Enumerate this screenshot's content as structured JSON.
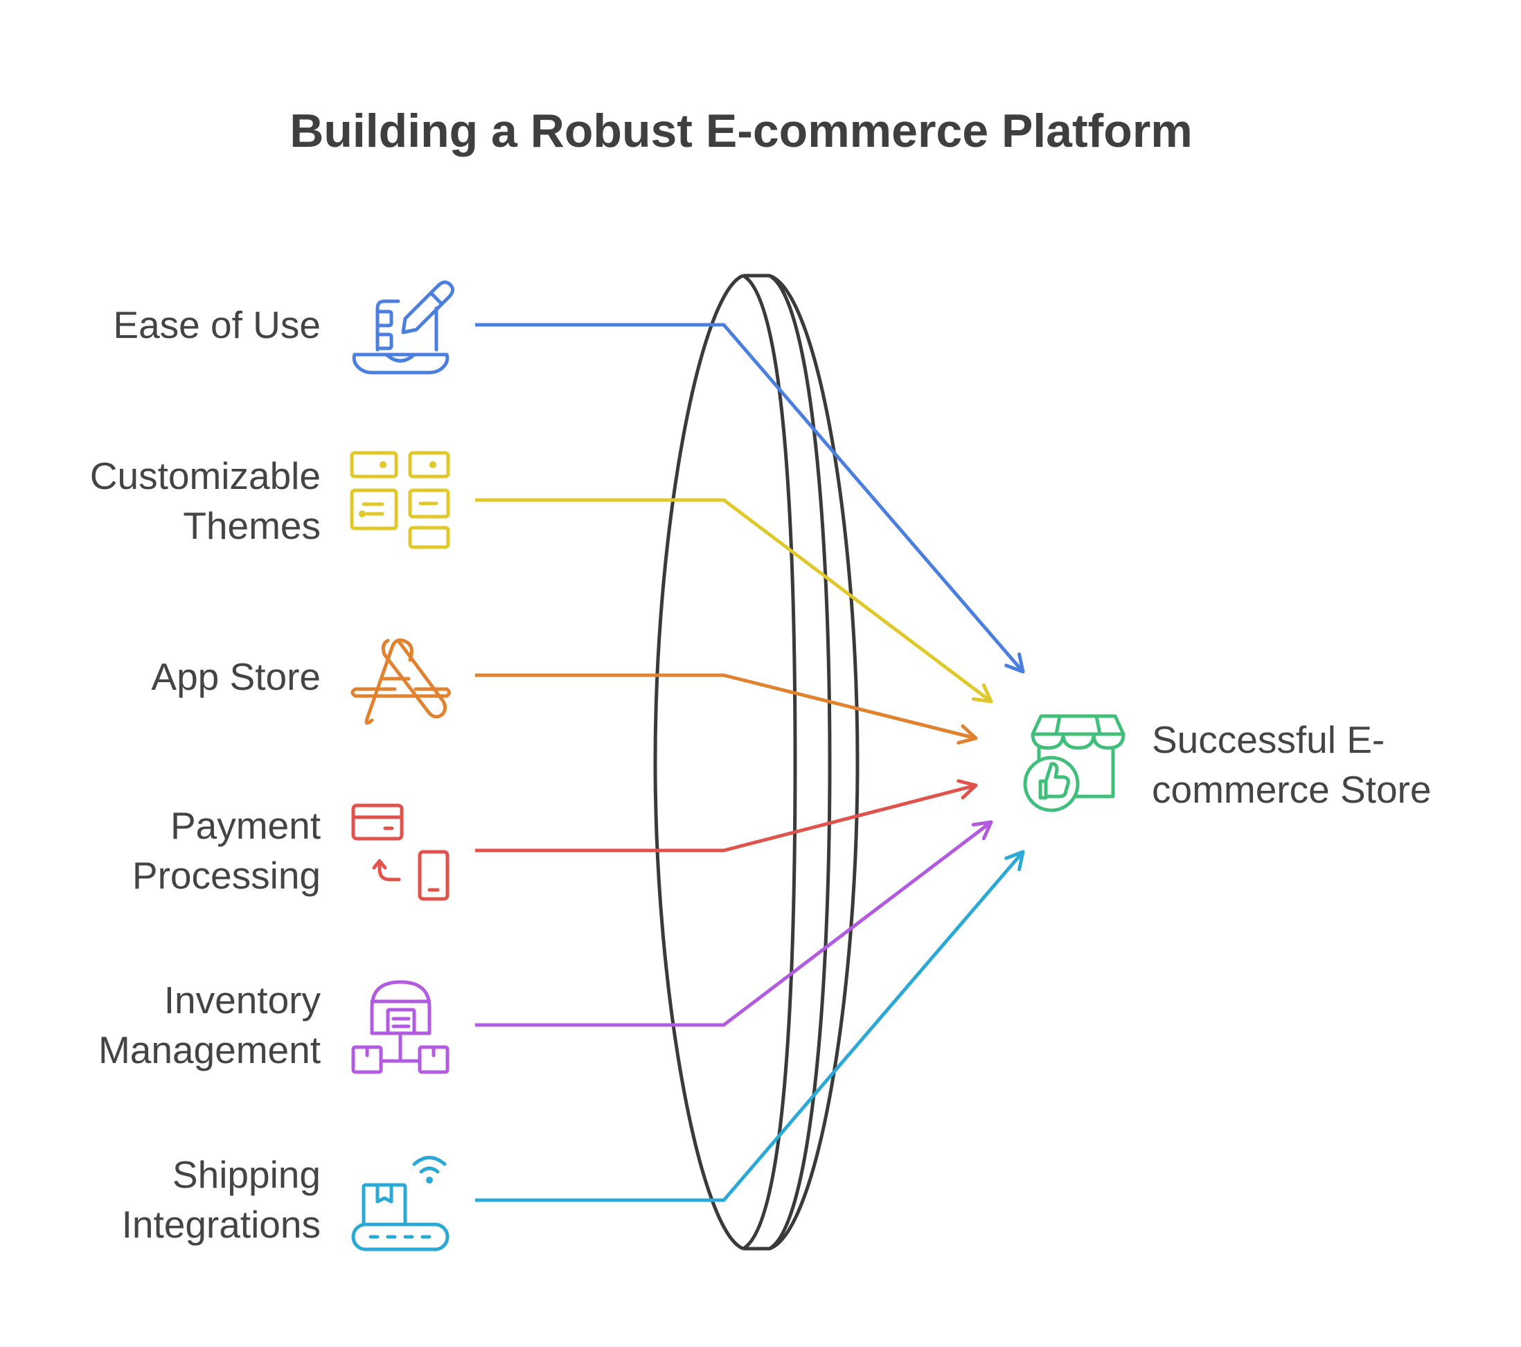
{
  "title": "Building a Robust E-commerce Platform",
  "inputs": [
    {
      "label_lines": [
        "Ease of Use"
      ],
      "icon": "laptop-pencil-icon",
      "color": "#4a7fe0"
    },
    {
      "label_lines": [
        "Customizable",
        "Themes"
      ],
      "icon": "layout-grid-icon",
      "color": "#e0c82a"
    },
    {
      "label_lines": [
        "App Store"
      ],
      "icon": "app-store-icon",
      "color": "#e0822f"
    },
    {
      "label_lines": [
        "Payment",
        "Processing"
      ],
      "icon": "card-to-phone-icon",
      "color": "#e0524a"
    },
    {
      "label_lines": [
        "Inventory",
        "Management"
      ],
      "icon": "warehouse-boxes-icon",
      "color": "#b25ae0"
    },
    {
      "label_lines": [
        "Shipping",
        "Integrations"
      ],
      "icon": "conveyor-box-icon",
      "color": "#2ba9d6"
    }
  ],
  "result": {
    "label_lines": [
      "Successful E-",
      "commerce Store"
    ],
    "icon": "storefront-thumbs-up-icon",
    "color": "#3fbf7a"
  },
  "lens": {
    "icon": "lens-icon",
    "color": "#3a3a3a"
  }
}
